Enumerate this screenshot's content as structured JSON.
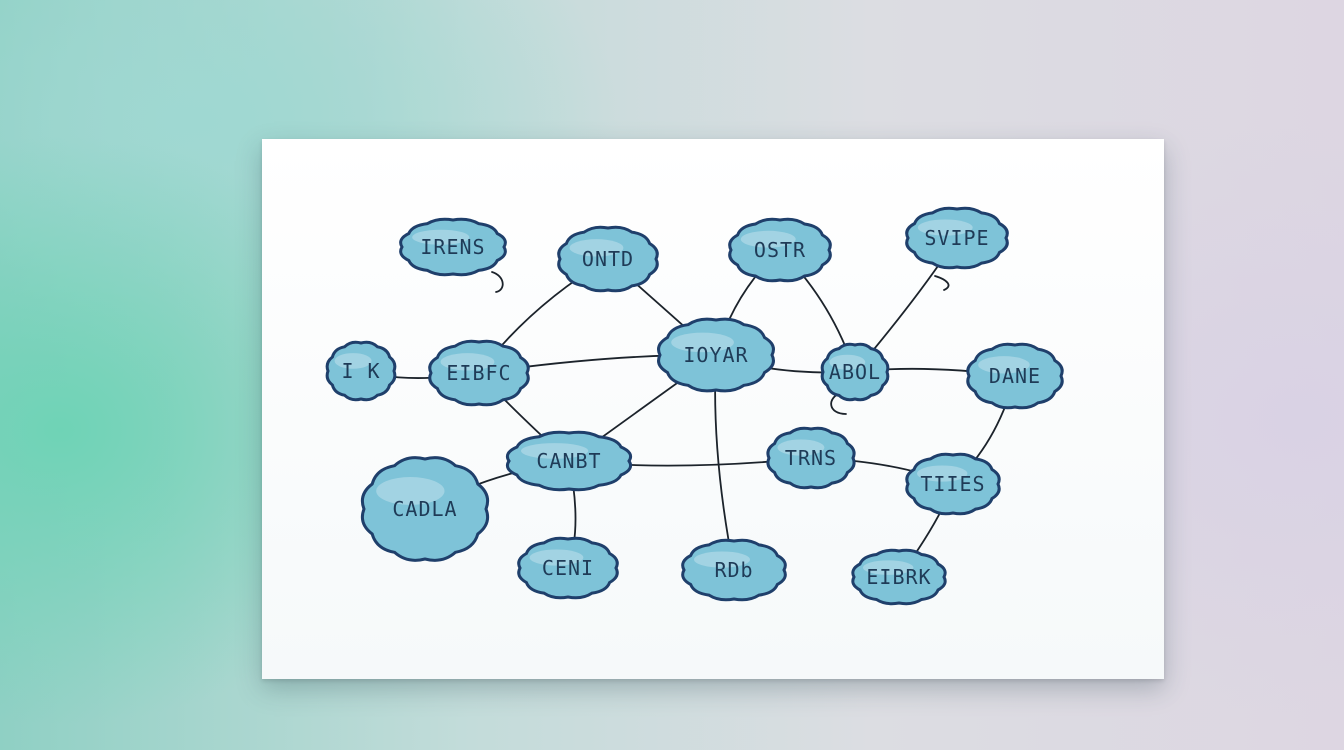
{
  "diagram": {
    "nodes": [
      {
        "id": "n1",
        "label": "IRENS"
      },
      {
        "id": "n2",
        "label": "ONTD"
      },
      {
        "id": "n3",
        "label": "OSTR"
      },
      {
        "id": "n4",
        "label": "SVIPE"
      },
      {
        "id": "n5",
        "label": "I K"
      },
      {
        "id": "n6",
        "label": "EIBFC"
      },
      {
        "id": "n7",
        "label": "IOYAR"
      },
      {
        "id": "n8",
        "label": "ABOL"
      },
      {
        "id": "n9",
        "label": "DANE"
      },
      {
        "id": "n10",
        "label": "CANBT"
      },
      {
        "id": "n11",
        "label": "TRNS"
      },
      {
        "id": "n12",
        "label": "TIIES"
      },
      {
        "id": "n13",
        "label": "CADLA"
      },
      {
        "id": "n14",
        "label": "CENI"
      },
      {
        "id": "n15",
        "label": "RDb"
      },
      {
        "id": "n16",
        "label": "EIBRK"
      }
    ],
    "edges": [
      [
        "n5",
        "n6"
      ],
      [
        "n6",
        "n7"
      ],
      [
        "n2",
        "n6"
      ],
      [
        "n2",
        "n7"
      ],
      [
        "n3",
        "n7"
      ],
      [
        "n3",
        "n8"
      ],
      [
        "n7",
        "n8"
      ],
      [
        "n8",
        "n4"
      ],
      [
        "n8",
        "n9"
      ],
      [
        "n9",
        "n12"
      ],
      [
        "n6",
        "n10"
      ],
      [
        "n7",
        "n10"
      ],
      [
        "n10",
        "n11"
      ],
      [
        "n11",
        "n12"
      ],
      [
        "n10",
        "n13"
      ],
      [
        "n10",
        "n14"
      ],
      [
        "n7",
        "n15"
      ],
      [
        "n12",
        "n16"
      ]
    ],
    "colors": {
      "bubble_fill": "#7ec3d8",
      "bubble_stroke": "#1f3f6b",
      "line": "#1c232b",
      "text": "#1f3b57"
    }
  }
}
